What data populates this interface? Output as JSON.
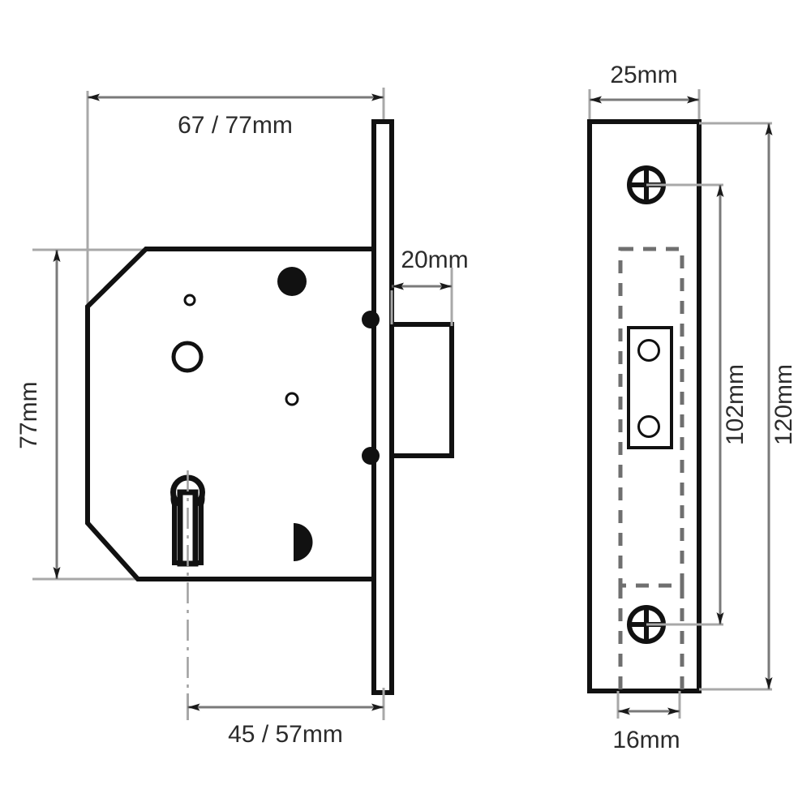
{
  "drawing": {
    "title": "Mortice Lock Dimensioned Drawing",
    "background_color": "#ffffff",
    "line_color": "#111111",
    "dimension_line_color": "#7a7a7a",
    "text_color": "#2b2b2b",
    "views": [
      {
        "name": "side-elevation",
        "label": "Lock case side view"
      },
      {
        "name": "face-elevation",
        "label": "Forend face view"
      }
    ],
    "dimensions": {
      "case_depth": "67 / 77mm",
      "case_height": "77mm",
      "bolt_throw": "20mm",
      "backset": "45 / 57mm",
      "forend_width": "25mm",
      "fixing_centres": "102mm",
      "forend_length": "120mm",
      "strike_width": "16mm"
    },
    "features": {
      "keyhole": "keyhole-cutout",
      "follower_hole": "follower-hole",
      "bolt": "deadbolt",
      "screws": [
        "fixing-screw-top",
        "fixing-screw-bottom"
      ],
      "hidden_outline": "hidden-case-outline",
      "strike_plate": "bolt-aperture"
    }
  }
}
